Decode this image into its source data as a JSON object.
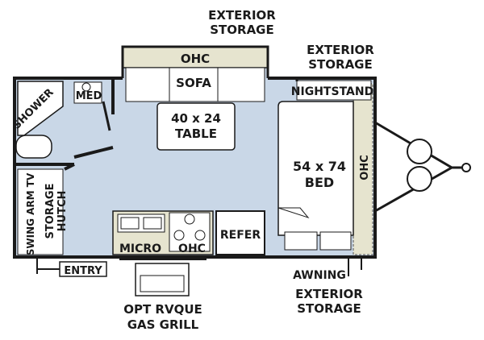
{
  "floorplan": {
    "labels": {
      "ext_storage_top": [
        "EXTERIOR",
        "STORAGE"
      ],
      "ext_storage_right": [
        "EXTERIOR",
        "STORAGE"
      ],
      "ohc_top": "OHC",
      "sofa": "SOFA",
      "nightstand": "NIGHTSTAND",
      "shower": "SHOWER",
      "med": "MED",
      "table": [
        "40 x 24",
        "TABLE"
      ],
      "bed": [
        "54 x 74",
        "BED"
      ],
      "ohc_right": "OHC",
      "swing_arm_tv": "SWING ARM TV",
      "storage_hutch": [
        "STORAGE",
        "HUTCH"
      ],
      "micro": "MICRO",
      "ohc_galley": "OHC",
      "refer": "REFER",
      "entry": "ENTRY",
      "awning": "AWNING",
      "ext_storage_bottom": [
        "EXTERIOR",
        "STORAGE"
      ],
      "grill": [
        "OPT RVQUE",
        "GAS GRILL"
      ]
    },
    "colors": {
      "floor": "#c9d7e7",
      "wall": "#141414",
      "cabinet": "#e6e4cf",
      "furniture": "#ffffff"
    }
  }
}
